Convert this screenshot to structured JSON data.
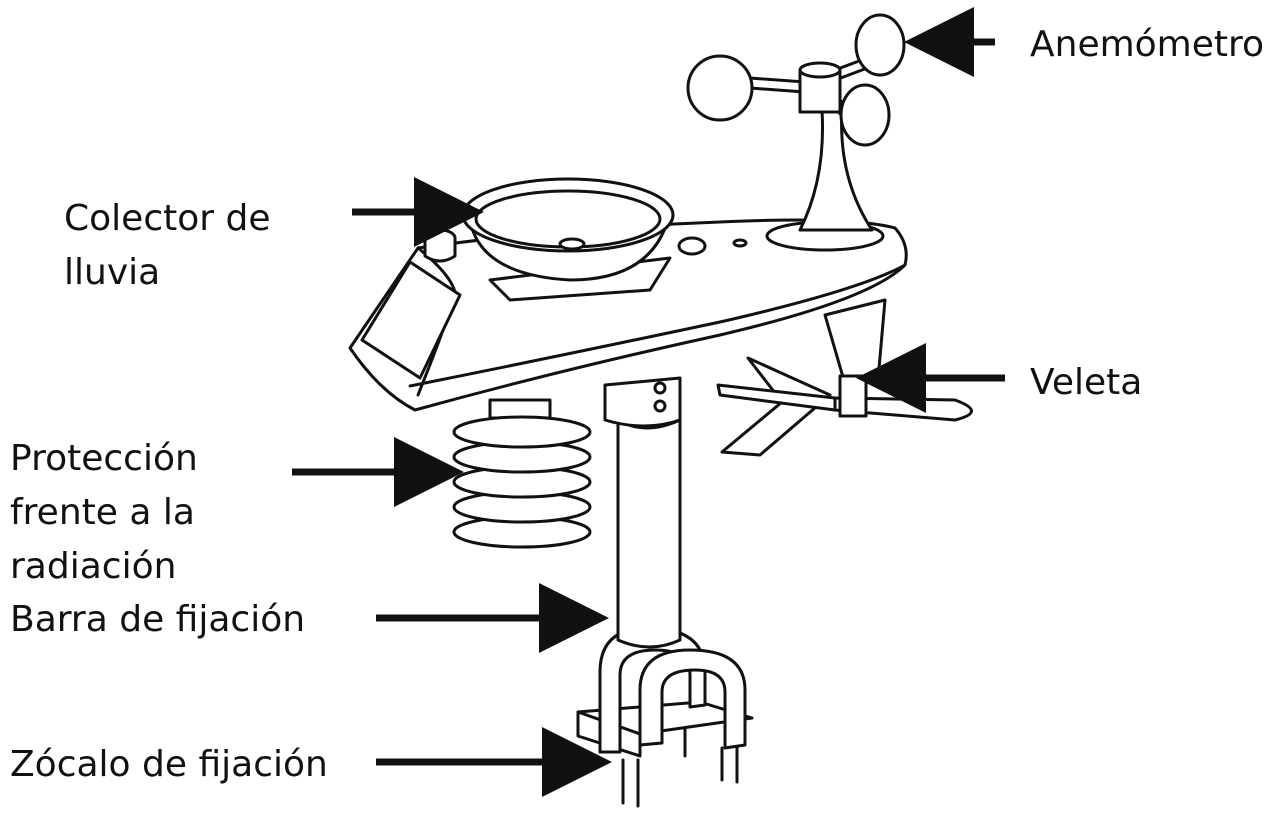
{
  "labels": {
    "anemometro": "Anemómetro",
    "colector_line1": "Colector de",
    "colector_line2": "lluvia",
    "veleta": "Veleta",
    "proteccion_line1": "Protección",
    "proteccion_line2": "frente a la",
    "proteccion_line3": "radiación",
    "barra": "Barra de fijación",
    "zocalo": "Zócalo de fijación"
  },
  "colors": {
    "line": "#111111",
    "background": "#ffffff"
  }
}
